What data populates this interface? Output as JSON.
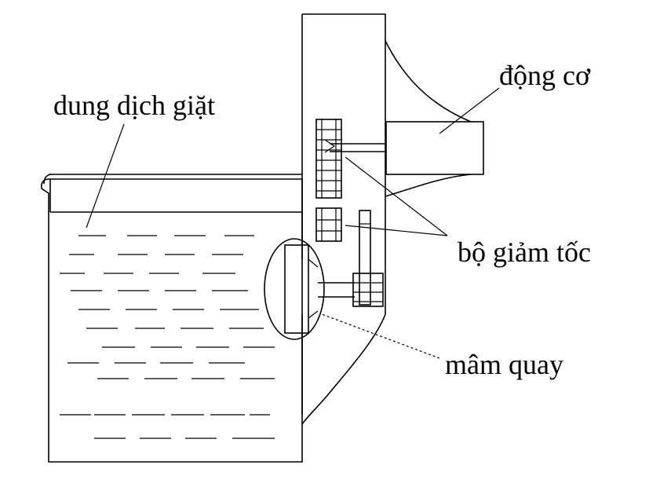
{
  "labels": {
    "detergent": "dung dịch giặt",
    "motor": "động cơ",
    "reducer": "bộ giảm tốc",
    "turntable": "mâm quay"
  }
}
